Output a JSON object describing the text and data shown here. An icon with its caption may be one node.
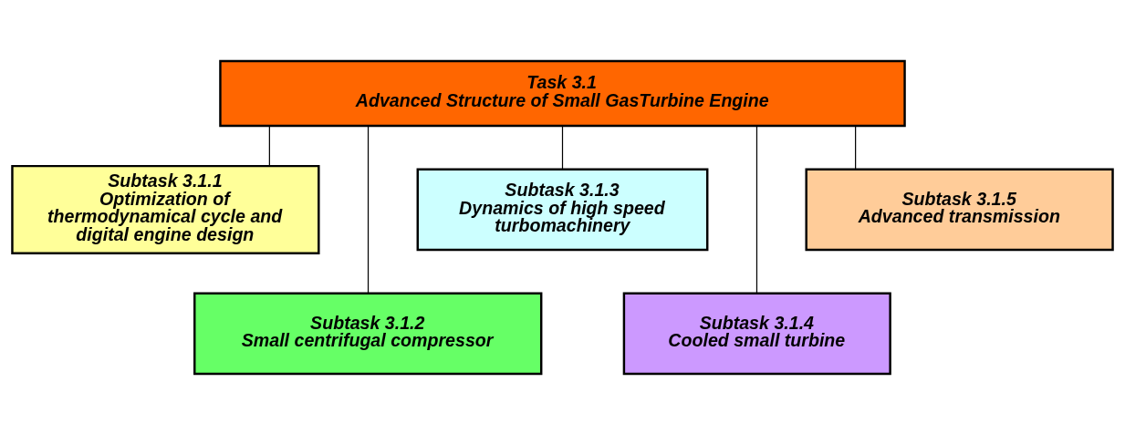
{
  "diagram": {
    "nodes": [
      {
        "text": [
          "Task 3.1",
          "Advanced Structure of Small GasTurbine Engine"
        ]
      },
      {
        "text": [
          "Subtask 3.1.1",
          "Optimization of thermodynamical cycle and digital engine design"
        ]
      },
      {
        "text": [
          "Subtask 3.1.2",
          "Small centrifugal compressor"
        ]
      },
      {
        "text": [
          "Subtask 3.1.3",
          "Dynamics of high speed turbomachinery"
        ]
      },
      {
        "text": [
          "Subtask 3.1.4",
          "Cooled small turbine"
        ]
      },
      {
        "text": [
          "Subtask 3.1.5",
          "Advanced transmission"
        ]
      }
    ],
    "edges": [
      {
        "from": 0,
        "to": 1,
        "arrow": "none"
      },
      {
        "from": 0,
        "to": 2,
        "arrow": "none"
      },
      {
        "from": 0,
        "to": 3,
        "arrow": "none"
      },
      {
        "from": 0,
        "to": 4,
        "arrow": "none"
      },
      {
        "from": 0,
        "to": 5,
        "arrow": "none"
      }
    ]
  }
}
